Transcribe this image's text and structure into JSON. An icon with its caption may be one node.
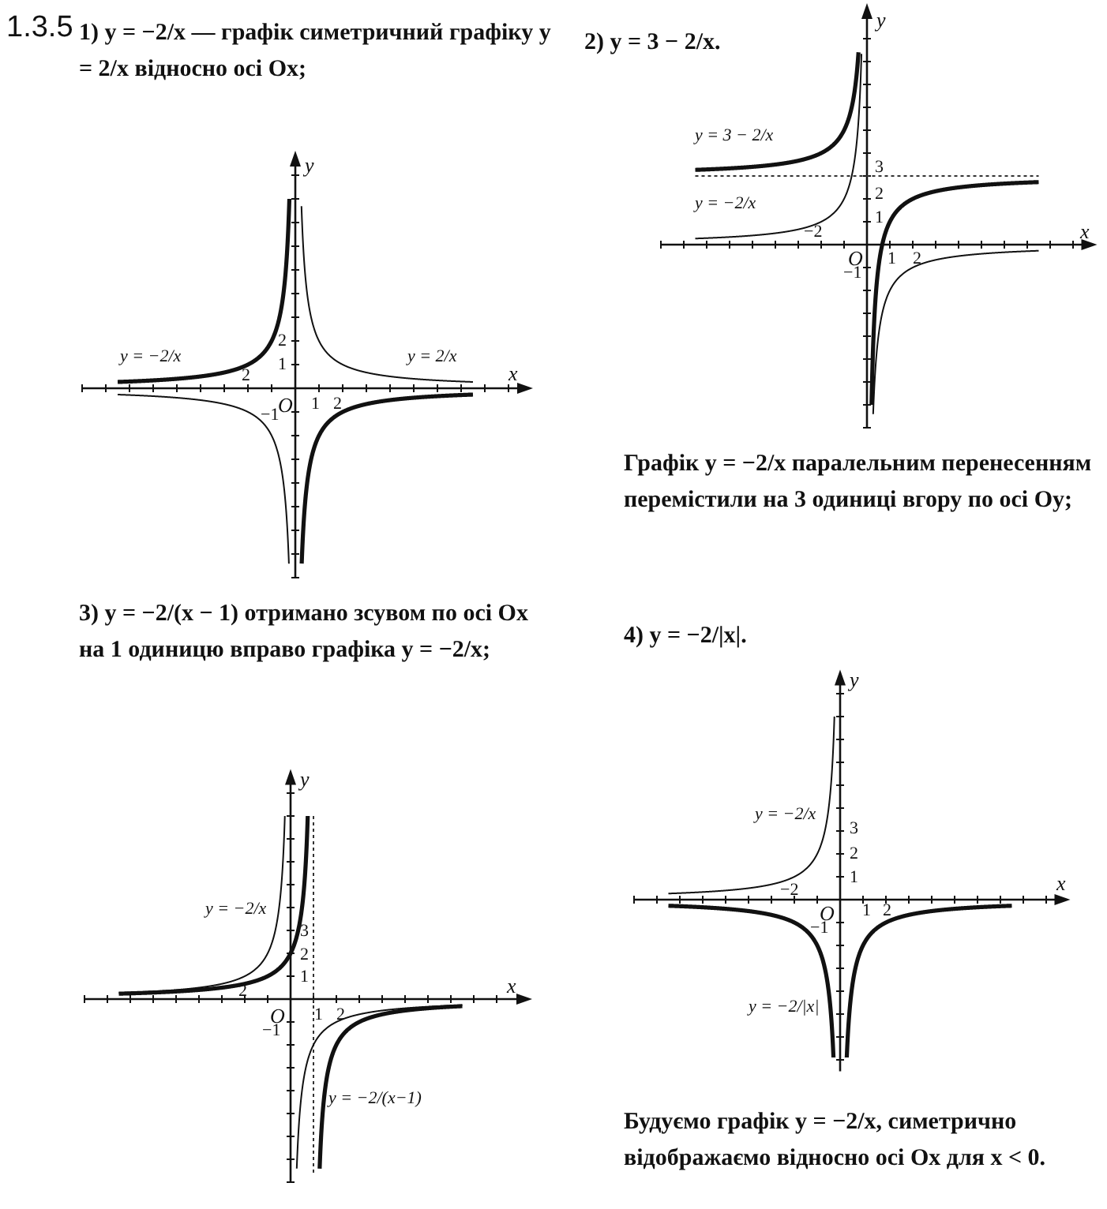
{
  "diagram": {
    "title": "1.3.5",
    "labels": [
      "1) y = −2/x — графік симетричний графіку y = 2/x відносно осі Ox;",
      "y",
      "x",
      "O",
      "1",
      "2",
      "2",
      "1",
      "−1",
      "2",
      "y = −2/x",
      "y = 2/x",
      "2) y = 3 − 2/x.",
      "y",
      "x",
      "O",
      "1",
      "2",
      "3",
      "2",
      "1",
      "−1",
      "−2",
      "y = 3 − 2/x",
      "y = −2/x",
      "Графік y = −2/x паралельним перенесенням перемістили на 3 одиниці вгору по осі Oy;",
      "3) y = −2/(x − 1) отримано зсувом по осі Ox на 1 одиницю вправо графіка y = −2/x;",
      "y",
      "x",
      "O",
      "1",
      "2",
      "3",
      "2",
      "1",
      "−1",
      "2",
      "y = −2/x",
      "y = −2/(x−1)",
      "4) y = −2/|x|.",
      "y",
      "x",
      "O",
      "1",
      "2",
      "3",
      "2",
      "1",
      "−1",
      "−2",
      "y = −2/x",
      "y = −2/|x|",
      "Будуємо графік y = −2/x, симетрично відображаємо відносно осі Ox для x < 0."
    ]
  }
}
